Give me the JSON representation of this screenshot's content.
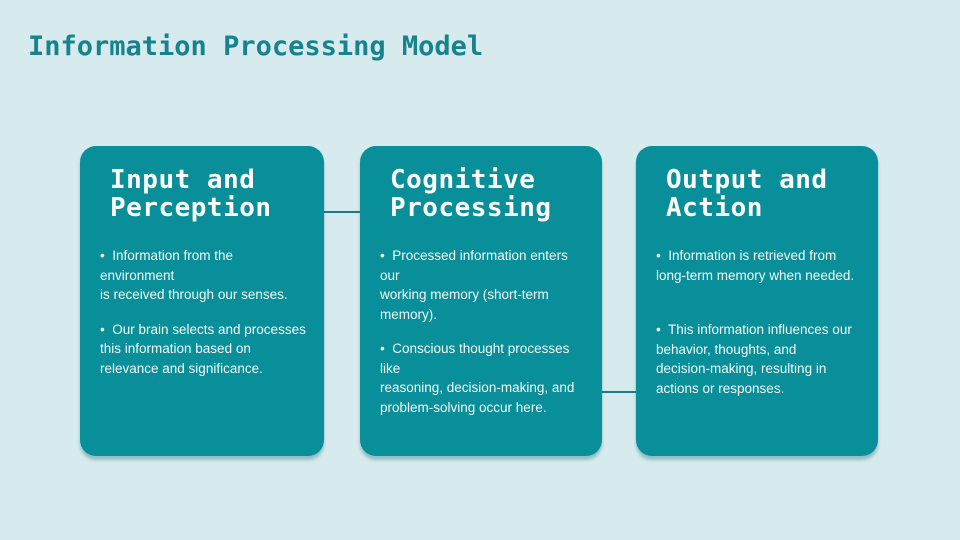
{
  "slide": {
    "title": "Information Processing Model"
  },
  "colors": {
    "background": "#d7ebee",
    "card": "#088f99",
    "title": "#16838e",
    "card_text": "#ffffff",
    "connector": "#1e7a85"
  },
  "cards": [
    {
      "title": "Input and\nPerception",
      "bullets": [
        "•  Information from the environment\nis received through our senses.",
        "•  Our brain selects and processes\nthis information based on\nrelevance and significance."
      ]
    },
    {
      "title": "Cognitive\nProcessing",
      "bullets": [
        "•  Processed information enters our\nworking memory (short-term\nmemory).",
        "•  Conscious thought processes like\nreasoning, decision-making, and\nproblem-solving occur here."
      ]
    },
    {
      "title": "Output and\nAction",
      "bullets": [
        "•  Information is retrieved from\nlong-term memory when needed.",
        "•  This information influences our\nbehavior, thoughts, and\ndecision-making, resulting in\nactions or responses."
      ]
    }
  ]
}
